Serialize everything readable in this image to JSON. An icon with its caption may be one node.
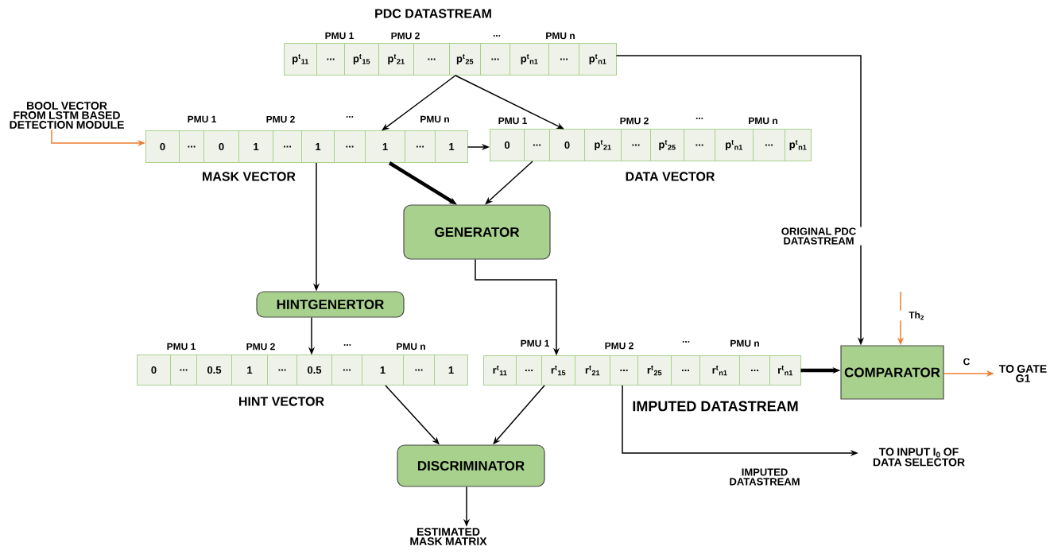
{
  "diagram": {
    "nodes": [
      {
        "text": [
          "p$^{t}$$_{11}$",
          "...",
          "p$^{t}$$_{15}$",
          "p$^{t}$$_{21}$",
          "...",
          "p$^{t}$$_{25}$",
          "...",
          "p$^{t}$$_{n1}$",
          "...",
          "p$^{t}$$_{n1}$"
        ],
        "beside": [
          "PDC DATASTREAM",
          "PMU 1",
          "PMU 2",
          "...",
          "PMU n"
        ]
      },
      {
        "text": [
          "BOOL VECTOR FROM LSTM BASED DETECTION MODULE"
        ]
      },
      {
        "text": [
          "0",
          "...",
          "0",
          "1",
          "...",
          "1",
          "...",
          "1",
          "...",
          "1"
        ],
        "beside": [
          "PMU 1",
          "PMU 2",
          "...",
          "PMU n",
          "MASK VECTOR"
        ]
      },
      {
        "text": [
          "0",
          "...",
          "0",
          "p$^{t}$$_{21}$",
          "...",
          "p$^{t}$$_{25}$",
          "...",
          "p$^{t}$$_{n1}$",
          "...",
          "p$^{t}$$_{n1}$"
        ],
        "beside": [
          "PMU 1",
          "PMU 2",
          "...",
          "PMU n",
          "DATA VECTOR"
        ]
      },
      {
        "text": [
          "GENERATOR"
        ]
      },
      {
        "text": [
          "HINTGENERTOR"
        ]
      },
      {
        "text": [
          "0",
          "...",
          "0.5",
          "1",
          "...",
          "0.5",
          "...",
          "1",
          "...",
          "1"
        ],
        "beside": [
          "PMU 1",
          "PMU 2",
          "...",
          "PMU n",
          "HINT VECTOR"
        ]
      },
      {
        "text": [
          "r$^{t}$$_{11}$",
          "...",
          "r$^{t}$$_{15}$",
          "r$^{t}$$_{21}$",
          "...",
          "r$^{t}$$_{25}$",
          "...",
          "r$^{t}$$_{n1}$",
          "...",
          "r$^{t}$$_{n1}$"
        ],
        "beside": [
          "PMU 1",
          "PMU 2",
          "...",
          "PMU n",
          "IMPUTED DATASTREAM"
        ]
      },
      {
        "text": [
          "COMPARATOR"
        ]
      },
      {
        "text": [
          "DISCRIMINATOR"
        ]
      },
      {
        "text": [
          "ESTIMATED MASK MATRIX"
        ]
      },
      {
        "text": [
          "TO GATE G1"
        ]
      },
      {
        "text": [
          "TO INPUT I$_{0}$ OF DATA SELECTOR"
        ]
      }
    ],
    "edges": [
      {
        "from": 0,
        "to": 8,
        "arrow": "to",
        "label": "ORIGINAL PDC DATASTREAM"
      },
      {
        "from": 0,
        "to": 2,
        "arrow": "to"
      },
      {
        "from": 0,
        "to": 3,
        "arrow": "to"
      },
      {
        "from": 1,
        "to": 2,
        "arrow": "to",
        "color": "#ed7d31"
      },
      {
        "from": 2,
        "to": 3,
        "arrow": "to"
      },
      {
        "from": 2,
        "to": 4,
        "arrow": "to",
        "style": "thick"
      },
      {
        "from": 3,
        "to": 4,
        "arrow": "to"
      },
      {
        "from": 2,
        "to": 5,
        "arrow": "to"
      },
      {
        "from": 4,
        "to": 7,
        "arrow": "to"
      },
      {
        "from": 5,
        "to": 6,
        "arrow": "to"
      },
      {
        "from": 6,
        "to": 9,
        "arrow": "to"
      },
      {
        "from": 7,
        "to": 9,
        "arrow": "to"
      },
      {
        "from": 7,
        "to": 8,
        "arrow": "to",
        "style": "thick"
      },
      {
        "from": 9,
        "to": 10,
        "arrow": "to"
      },
      {
        "from": 7,
        "to": 12,
        "arrow": "to",
        "label": "IMPUTED DATASTREAM"
      },
      {
        "from": null,
        "to": 8,
        "arrow": "to",
        "label": "Th$_{2}$",
        "color": "#ed7d31"
      },
      {
        "from": 8,
        "to": 11,
        "arrow": "to",
        "label": "C",
        "color": "#ed7d31"
      }
    ]
  }
}
